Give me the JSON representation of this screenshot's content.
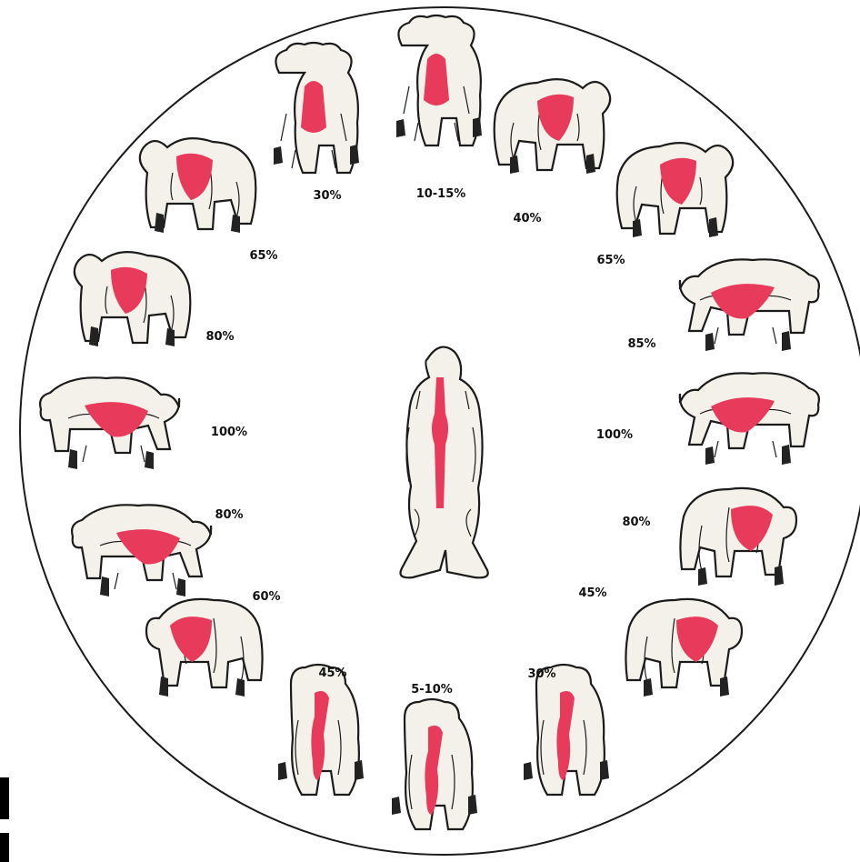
{
  "colors": {
    "vital_area": "#e83a5a",
    "ink": "#1b1b1b",
    "background": "#ffffff"
  },
  "center_label": "",
  "bears": [
    {
      "label": "10-15%"
    },
    {
      "label": "40%"
    },
    {
      "label": "65%"
    },
    {
      "label": "85%"
    },
    {
      "label": "100%"
    },
    {
      "label": "80%"
    },
    {
      "label": "45%"
    },
    {
      "label": "30%"
    },
    {
      "label": "5-10%"
    },
    {
      "label": "45%"
    },
    {
      "label": "60%"
    },
    {
      "label": "80%"
    },
    {
      "label": "100%"
    },
    {
      "label": "80%"
    },
    {
      "label": "65%"
    },
    {
      "label": "30%"
    }
  ]
}
